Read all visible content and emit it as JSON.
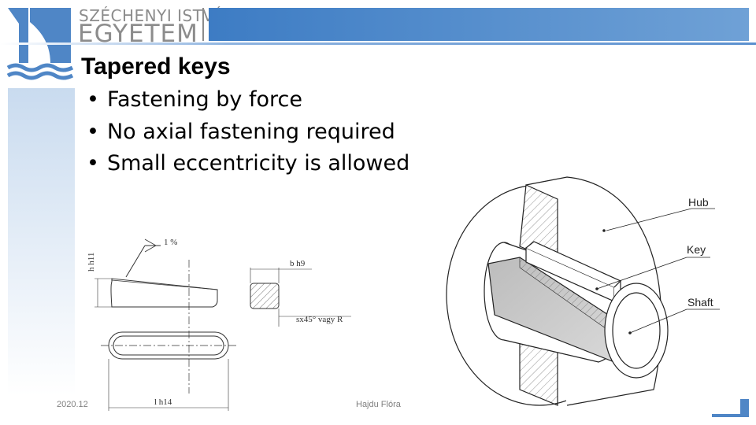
{
  "header": {
    "university_top": "SZÉCHENYI ISTVÁN",
    "university_bottom": "EGYETEM",
    "brand_color": "#3d7cc4"
  },
  "slide": {
    "title": "Tapered keys",
    "bullets": [
      "Fastening by force",
      "No axial fastening required",
      "Small eccentricity is allowed"
    ]
  },
  "key_drawing": {
    "taper": "1 %",
    "height": "h h11",
    "width": "b h9",
    "chamfer": "sx45° vagy R",
    "length": "l h14"
  },
  "iso_drawing": {
    "labels": {
      "hub": "Hub",
      "key": "Key",
      "shaft": "Shaft"
    }
  },
  "footer": {
    "date": "2020.12",
    "author": "Hajdu Flóra"
  }
}
